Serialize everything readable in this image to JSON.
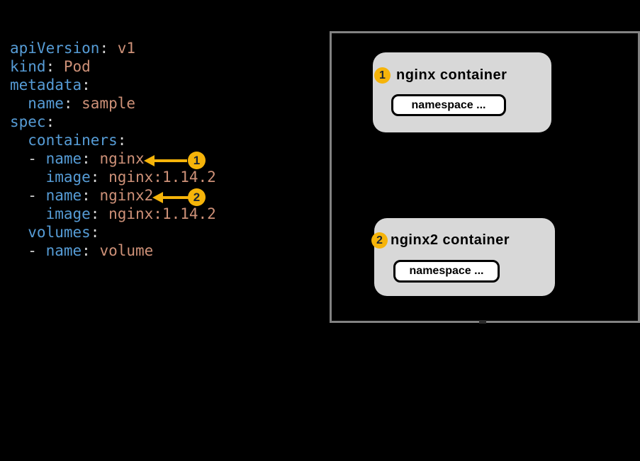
{
  "colors": {
    "background": "#000000",
    "code_key": "#569cd6",
    "code_value": "#ce9178",
    "code_punct": "#d4d4d4",
    "gold": "#f6b40a",
    "badge_text": "#1c2533",
    "panel_border": "#828282",
    "box_fill": "#d8d8d8",
    "button_bg": "#ffffff",
    "button_border": "#000000",
    "title_text": "#000000",
    "notch": "#2a2a2a"
  },
  "yaml_editor": {
    "lines": [
      [
        [
          "key",
          "apiVersion"
        ],
        [
          "punct",
          ":"
        ],
        [
          "str",
          " v1"
        ]
      ],
      [
        [
          "key",
          "kind"
        ],
        [
          "punct",
          ":"
        ],
        [
          "str",
          " Pod"
        ]
      ],
      [
        [
          "key",
          "metadata"
        ],
        [
          "punct",
          ":"
        ]
      ],
      [
        [
          "key",
          "  name"
        ],
        [
          "punct",
          ":"
        ],
        [
          "str",
          " sample"
        ]
      ],
      [
        [
          "key",
          "spec"
        ],
        [
          "punct",
          ":"
        ]
      ],
      [
        [
          "key",
          "  containers"
        ],
        [
          "punct",
          ":"
        ]
      ],
      [
        [
          "punct",
          "  - "
        ],
        [
          "key",
          "name"
        ],
        [
          "punct",
          ":"
        ],
        [
          "str",
          " nginx"
        ]
      ],
      [
        [
          "key",
          "    image"
        ],
        [
          "punct",
          ":"
        ],
        [
          "str",
          " nginx:1.14.2"
        ]
      ],
      [
        [
          "punct",
          "  - "
        ],
        [
          "key",
          "name"
        ],
        [
          "punct",
          ":"
        ],
        [
          "str",
          " nginx2"
        ]
      ],
      [
        [
          "key",
          "    image"
        ],
        [
          "punct",
          ":"
        ],
        [
          "str",
          " nginx:1.14.2"
        ]
      ],
      [
        [
          "key",
          "  volumes"
        ],
        [
          "punct",
          ":"
        ]
      ],
      [
        [
          "punct",
          "  - "
        ],
        [
          "key",
          "name"
        ],
        [
          "punct",
          ":"
        ],
        [
          "str",
          " volume"
        ]
      ]
    ]
  },
  "code_annotations": [
    {
      "label": "1"
    },
    {
      "label": "2"
    }
  ],
  "diagram": {
    "boxes": [
      {
        "badge": "1",
        "title": "nginx container",
        "button_label": "namespace ..."
      },
      {
        "badge": "2",
        "title": "nginx2 container",
        "button_label": "namespace ..."
      }
    ]
  }
}
